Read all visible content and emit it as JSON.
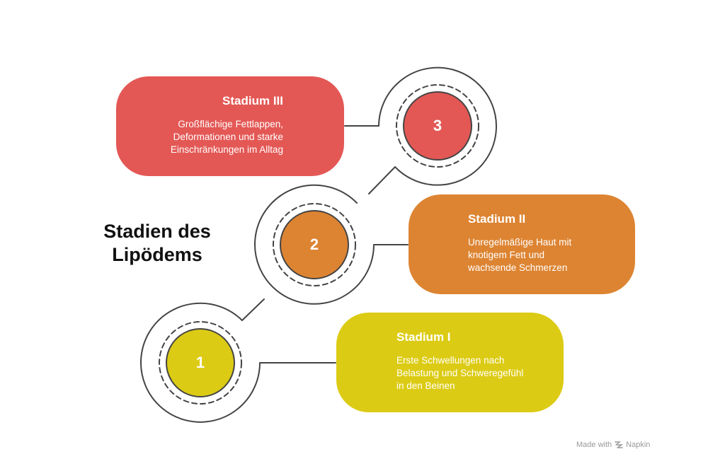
{
  "title": {
    "line1": "Stadien des",
    "line2": "Lipödems"
  },
  "stages": [
    {
      "number": "1",
      "title": "Stadium I",
      "desc_lines": [
        "Erste Schwellungen nach",
        "Belastung und Schweregefühl",
        "in den Beinen"
      ],
      "color": "#dccb14"
    },
    {
      "number": "2",
      "title": "Stadium II",
      "desc_lines": [
        "Unregelmäßige Haut mit",
        "knotigem Fett und",
        "wachsende Schmerzen"
      ],
      "color": "#dd8432"
    },
    {
      "number": "3",
      "title": "Stadium III",
      "desc_lines": [
        "Großflächige Fettlappen,",
        "Deformationen und starke",
        "Einschränkungen im Alltag"
      ],
      "color": "#e35855"
    }
  ],
  "footer": {
    "made_with": "Made with",
    "brand": "Napkin",
    "brand_icon": "napkin-logo-icon"
  },
  "colors": {
    "line": "#444444",
    "text_dark": "#111111",
    "footer_text": "#9a9a9a"
  }
}
